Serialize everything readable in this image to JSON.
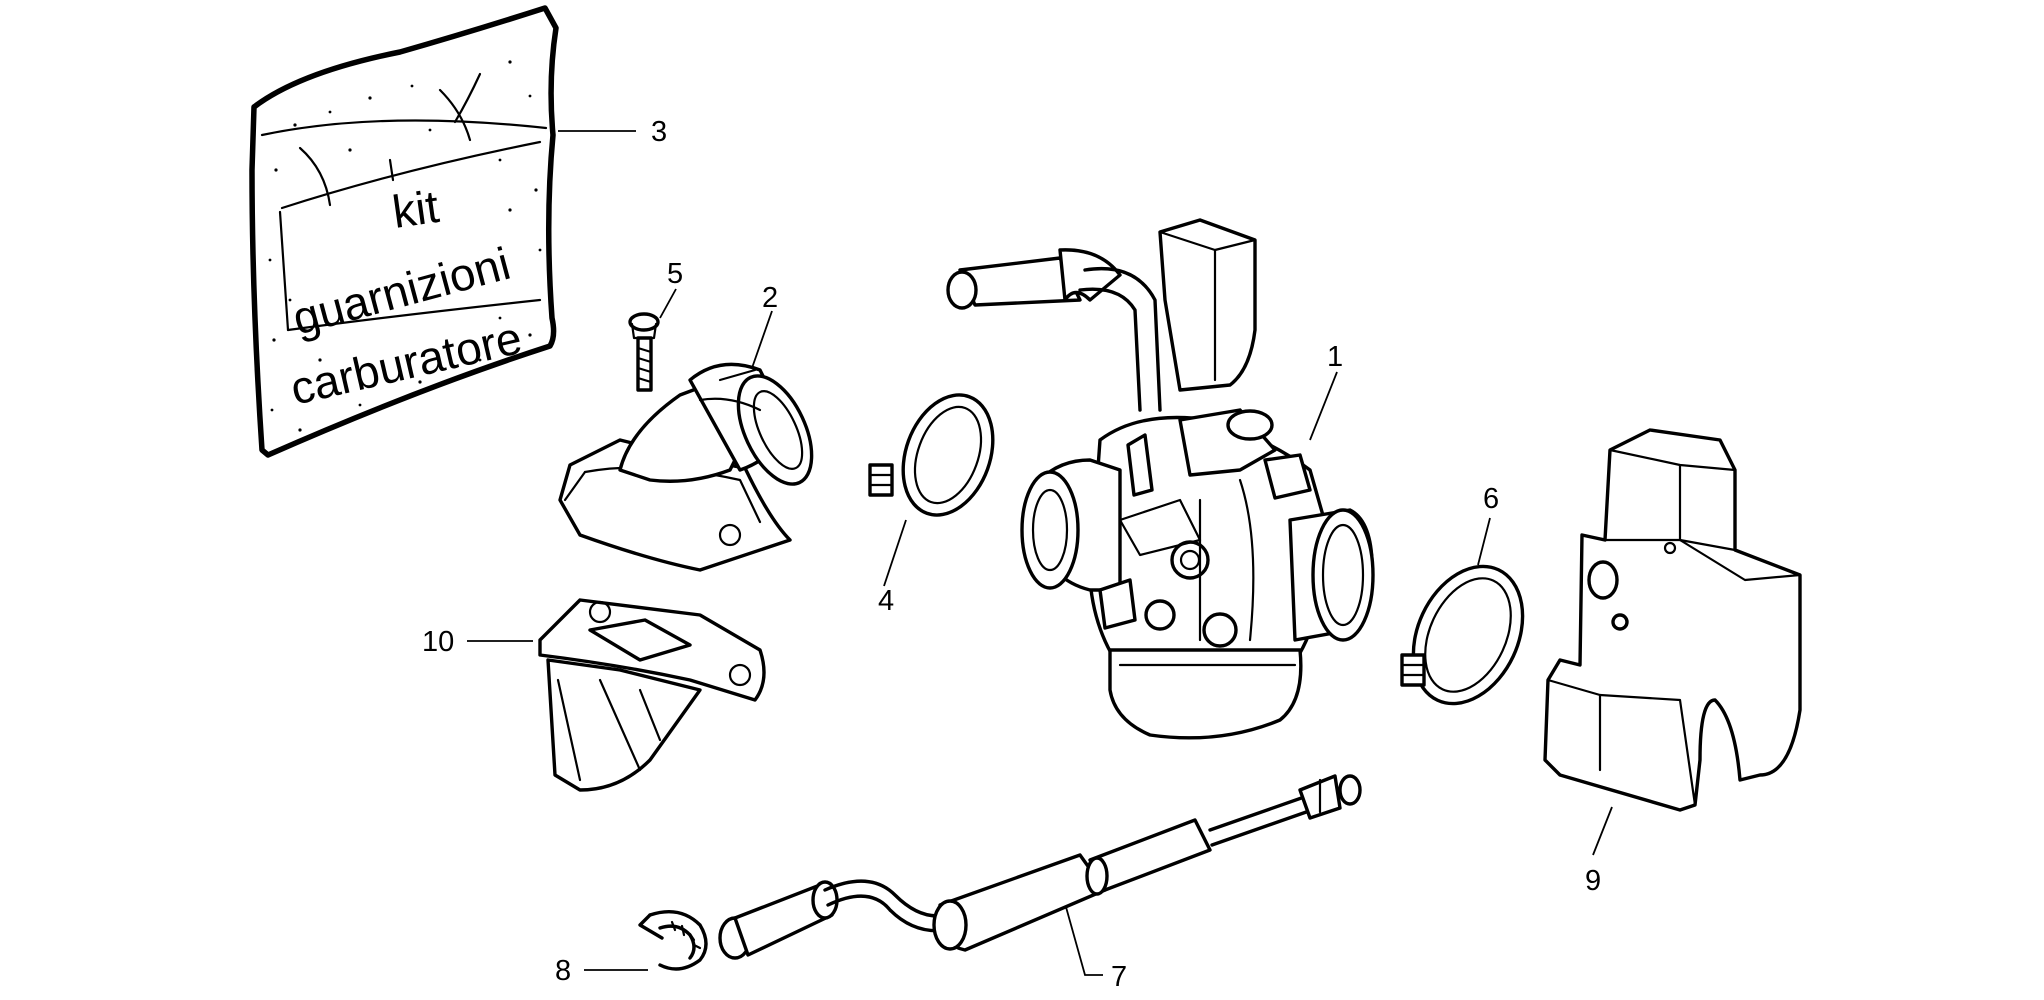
{
  "labels": {
    "p1": "1",
    "p2": "2",
    "p3": "3",
    "p4": "4",
    "p5": "5",
    "p6": "6",
    "p7": "7",
    "p8": "8",
    "p9": "9",
    "p10": "10"
  },
  "bag_text": {
    "line1": "kit",
    "line2": "guarnizioni",
    "line3": "carburatore"
  },
  "colors": {
    "ink": "#000000",
    "paper": "#ffffff"
  }
}
